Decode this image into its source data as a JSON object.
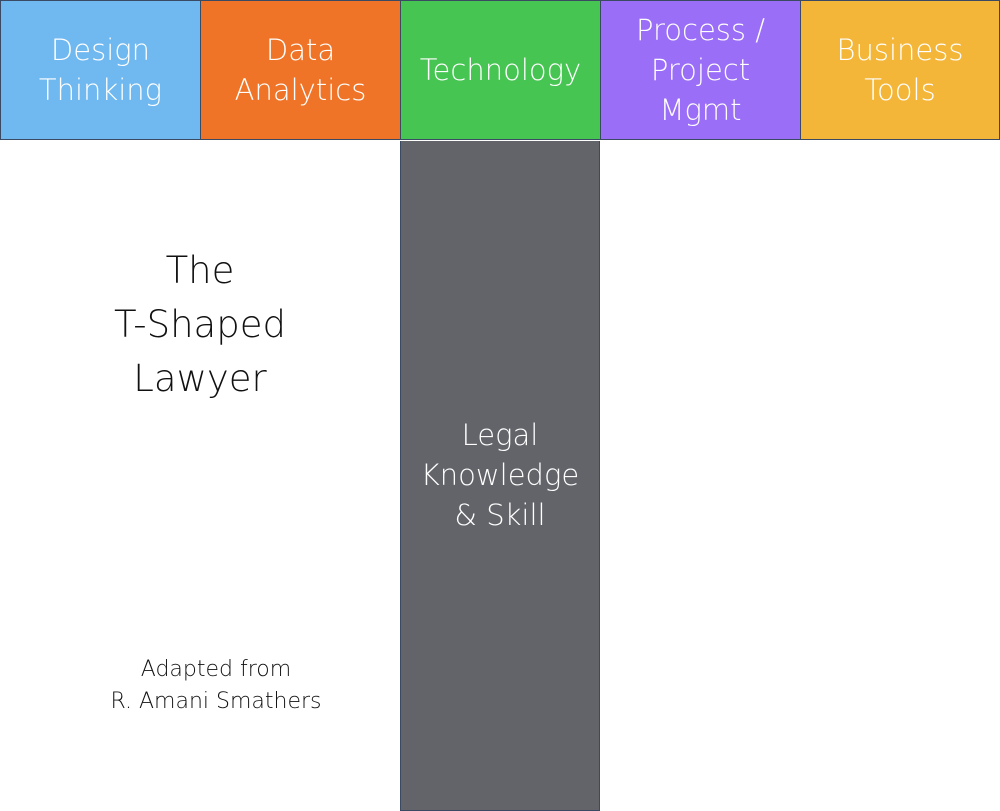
{
  "top_bar": {
    "boxes": [
      {
        "label": "Design\nThinking",
        "color": "#6fb8f0"
      },
      {
        "label": "Data\nAnalytics",
        "color": "#f07427"
      },
      {
        "label": "Technology",
        "color": "#46c552"
      },
      {
        "label": "Process /\nProject\nMgmt",
        "color": "#9b6ef7"
      },
      {
        "label": "Business\nTools",
        "color": "#f4b638"
      }
    ]
  },
  "stem": {
    "label": "Legal\nKnowledge\n& Skill",
    "color": "#636469"
  },
  "title": "The\nT-Shaped\nLawyer",
  "attribution": "Adapted from\nR. Amani Smathers"
}
